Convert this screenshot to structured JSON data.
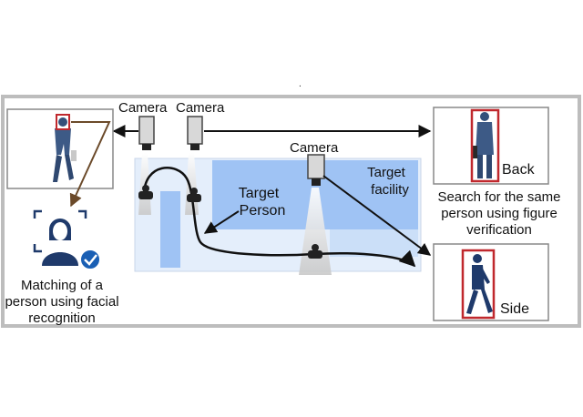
{
  "labels": {
    "camera_left": "Camera",
    "camera_mid": "Camera",
    "camera_right": "Camera",
    "target_person_line1": "Target",
    "target_person_line2": "Person",
    "target_facility_line1": "Target",
    "target_facility_line2": "facility",
    "back": "Back",
    "side": "Side",
    "search_line1": "Search for the same",
    "search_line2": "person using figure",
    "search_line3": "verification",
    "matching_line1": "Matching of a",
    "matching_line2": "person using facial",
    "matching_line3": "recognition",
    "dot": "."
  },
  "icons": {
    "camera": "camera-icon",
    "person_walking": "walking-person-icon",
    "face_check": "face-recognition-check-icon"
  },
  "colors": {
    "border_gray": "#bdbdbd",
    "facility_blue": "#9fc3f4",
    "floor_light": "#e4eefb",
    "navy": "#1f3a6b",
    "highlight_red": "#c0282d",
    "arrow_brown": "#6b4a2a",
    "badge_blue": "#1a5fb4",
    "camera_gray": "#d8d8d8"
  }
}
